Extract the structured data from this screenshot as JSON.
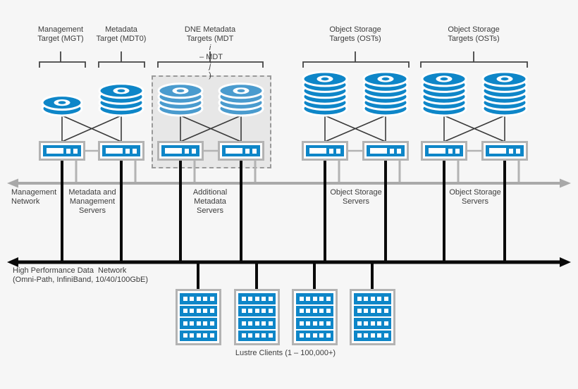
{
  "colors": {
    "bg": "#f6f6f6",
    "dne_bg": "#e7e7e7",
    "disk_blue": "#0e86c8",
    "disk_blue_light": "#4a9bce",
    "box_border_gray": "#b3b3b3",
    "net_gray": "#a9a9a9",
    "line_black": "#0a0a0a",
    "text": "#3c3c3c"
  },
  "icons": {
    "disk": "disk-stack-icon",
    "server": "server-icon",
    "client": "client-node-icon"
  },
  "top_labels": {
    "mgt": {
      "line1": "Management",
      "line2": "Target (MGT)"
    },
    "mdt0": {
      "line1": "Metadata",
      "line2": "Target (MDT0)"
    },
    "dne": {
      "line1": "DNE Metadata",
      "parts": {
        "p1": "Targets (MDT",
        "i": "i",
        "p2": " – MDT",
        "j": "j",
        "p3": ")"
      }
    },
    "ost1": {
      "line1": "Object Storage",
      "line2": "Targets (OSTs)"
    },
    "ost2": {
      "line1": "Object Storage",
      "line2": "Targets (OSTs)"
    }
  },
  "network_labels": {
    "management": {
      "line1": "Management",
      "line2": "Network"
    },
    "mds": {
      "line1": "Metadata and",
      "line2": "Management",
      "line3": "Servers"
    },
    "additional_mds": {
      "line1": "Additional",
      "line2": "Metadata",
      "line3": "Servers"
    },
    "oss1": {
      "line1": "Object Storage",
      "line2": "Servers"
    },
    "oss2": {
      "line1": "Object Storage",
      "line2": "Servers"
    },
    "hpc": {
      "line1": "High Performance Data  Network",
      "line2": "(Omni-Path, InfiniBand, 10/40/100GbE)"
    }
  },
  "clients_label": "Lustre Clients (1 – 100,000+)"
}
